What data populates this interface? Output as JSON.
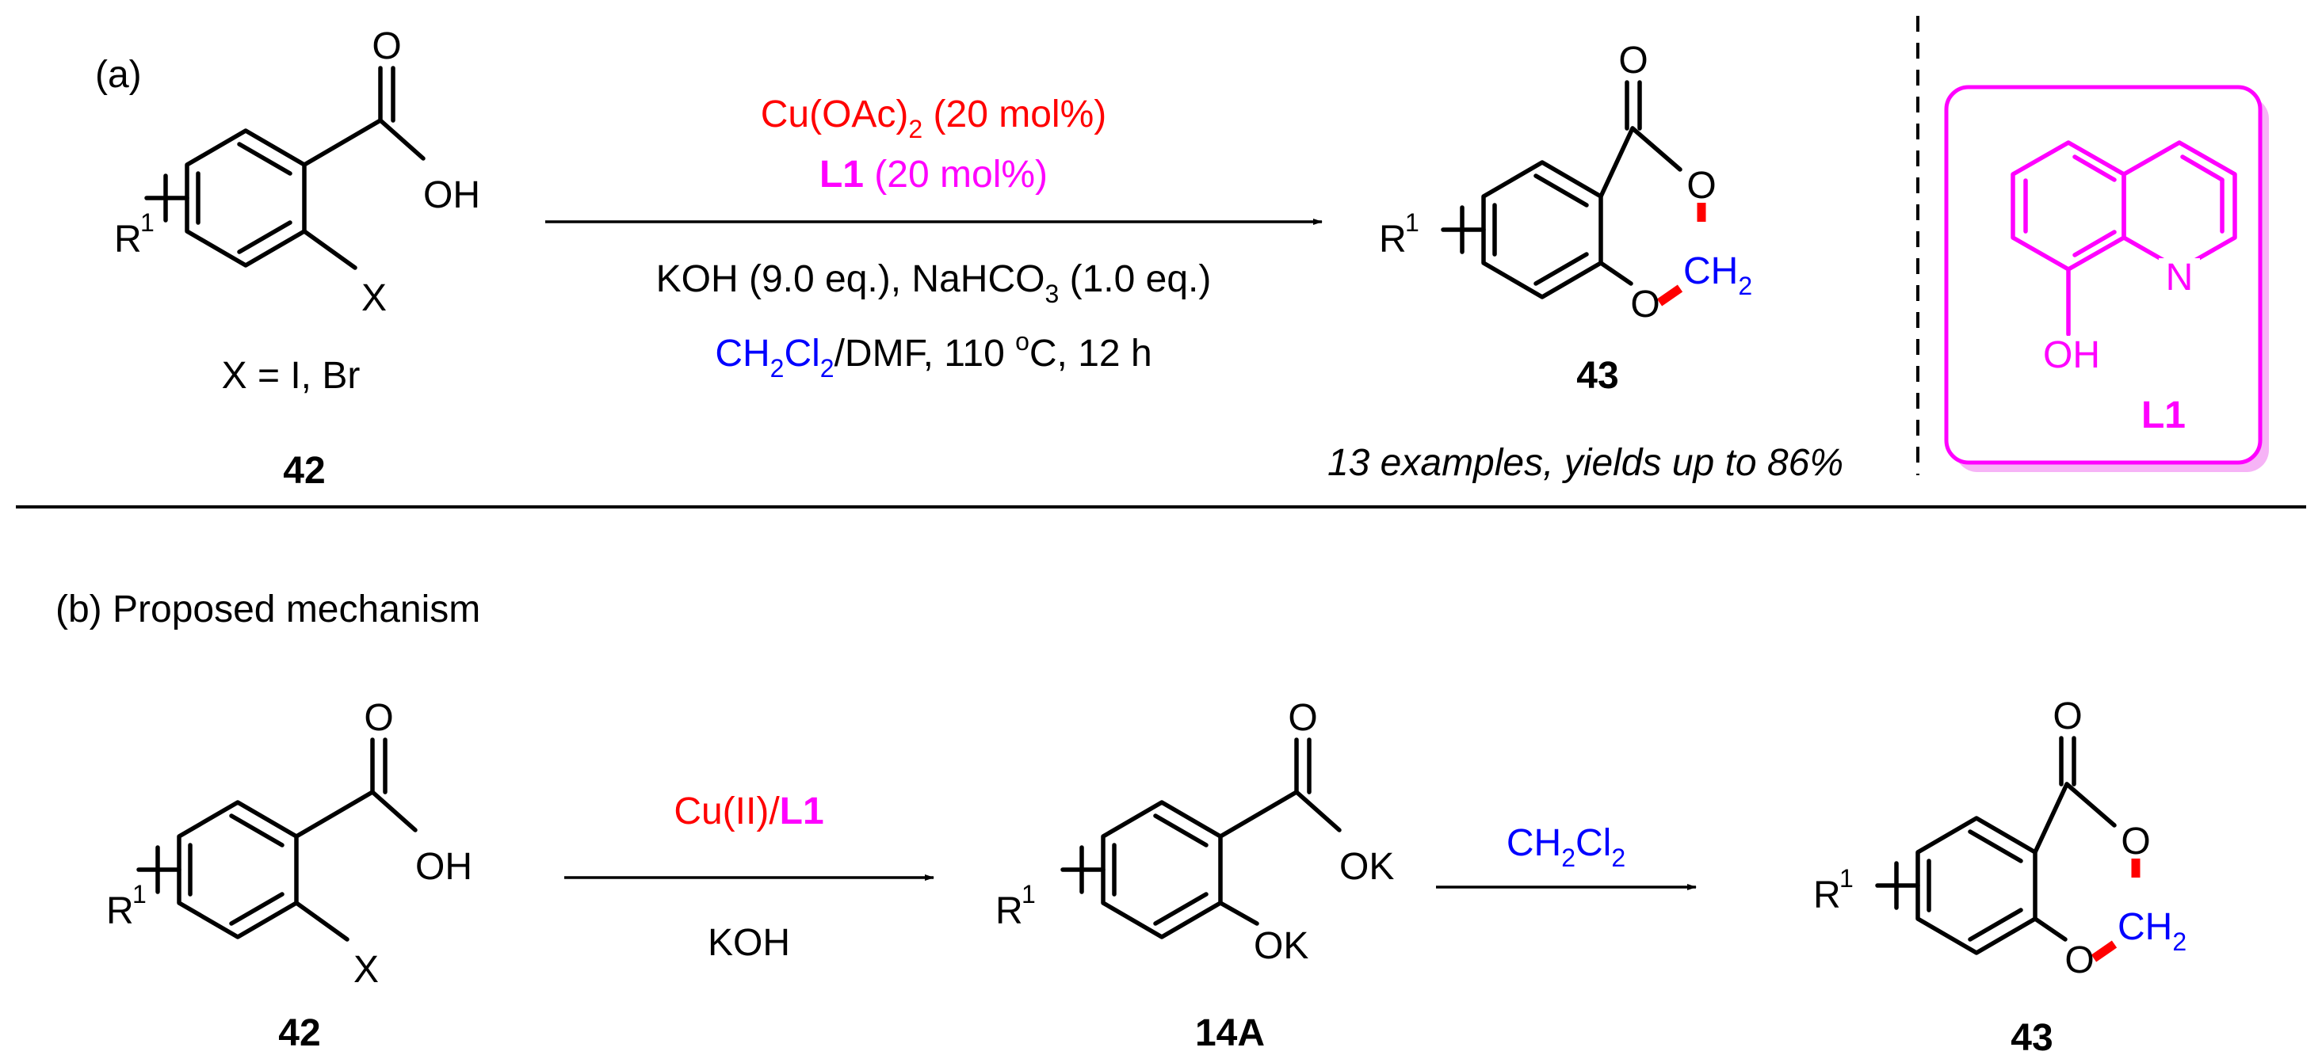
{
  "part_a": {
    "label": "(a)",
    "reagent_1": "Cu(OAc)",
    "reagent_1_sub": "2",
    "reagent_1_loading": " (20 mol%)",
    "reagent_2_bold": "L1",
    "reagent_2_loading": " (20 mol%)",
    "conditions_1a": "KOH (9.0 eq.), NaHCO",
    "conditions_1_sub": "3",
    "conditions_1b": " (1.0 eq.)",
    "solvent_a": "CH",
    "solvent_sub1": "2",
    "solvent_b": "Cl",
    "solvent_sub2": "2",
    "solvent_c": "/DMF,  110 ",
    "solvent_sup": "o",
    "solvent_d": "C, 12 h",
    "x_def": "X = I, Br",
    "sm_label": "42",
    "product_label": "43",
    "scope": "13 examples, yields up to 86%",
    "ligand_label": "L1"
  },
  "part_b": {
    "label": "(b) Proposed mechanism",
    "step1_top_a": "Cu(II)/",
    "step1_top_b": "L1",
    "step1_bottom": "KOH",
    "step2_top_a": "CH",
    "step2_sub1": "2",
    "step2_top_b": "Cl",
    "step2_sub2": "2",
    "sm_label": "42",
    "int_label": "14A",
    "product_label": "43"
  },
  "atoms": {
    "R": "R",
    "one": "1",
    "O": "O",
    "OH": "OH",
    "X": "X",
    "K": "K",
    "OK": "OK",
    "CH": "CH",
    "two": "2",
    "N": "N"
  },
  "colors": {
    "red": "#ff0000",
    "magenta": "#ff00ff",
    "blue": "#0000ff",
    "box_shadow": "#f6b3f6"
  }
}
